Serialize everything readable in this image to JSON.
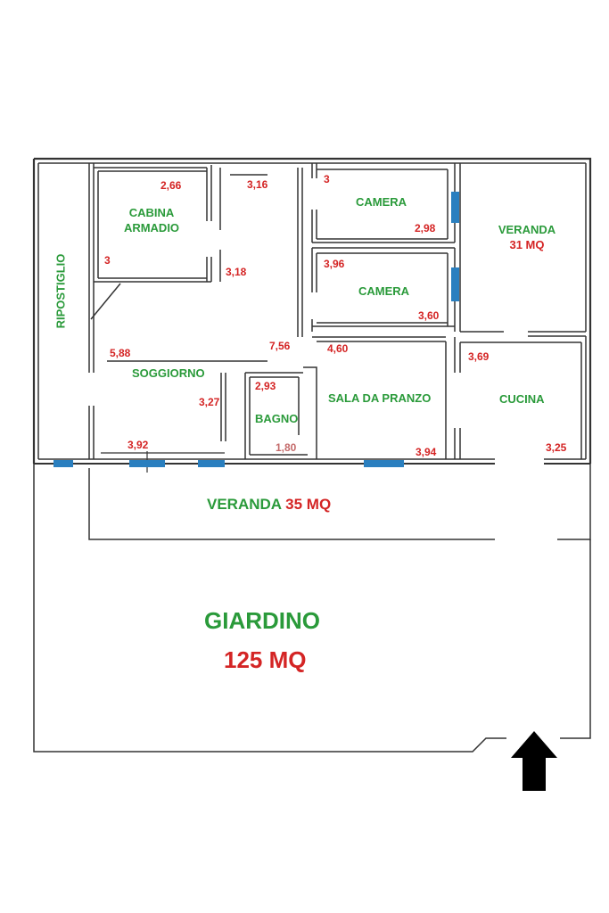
{
  "rooms": {
    "ripostiglio": "RIPOSTIGLIO",
    "cabina_line1": "CABINA",
    "cabina_line2": "ARMADIO",
    "soggiorno": "SOGGIORNO",
    "bagno": "BAGNO",
    "camera1": "CAMERA",
    "camera2": "CAMERA",
    "sala_da_pranzo": "SALA DA PRANZO",
    "veranda_top": "VERANDA",
    "veranda_top_area": "31 MQ",
    "cucina": "CUCINA",
    "veranda_bottom": "VERANDA",
    "veranda_bottom_area": "35 MQ",
    "giardino": "GIARDINO",
    "giardino_area": "125 MQ"
  },
  "dimensions": {
    "cabina_top": "2,66",
    "cabina_left": "3",
    "corridor_top": "3,16",
    "corridor_right": "3,18",
    "camera1_top": "3",
    "camera1_right": "2,98",
    "camera2_top": "3,96",
    "camera2_right": "3,60",
    "soggiorno_top": "5,88",
    "soggiorno_right_long": "7,56",
    "soggiorno_side": "3,27",
    "soggiorno_bottom": "3,92",
    "bagno_top": "2,93",
    "bagno_bottom": "1,80",
    "pranzo_top": "4,60",
    "pranzo_bottom": "3,94",
    "cucina_top": "3,69",
    "cucina_bottom": "3,25"
  },
  "colors": {
    "room_label": "#2a9a3a",
    "dimension_label": "#d42424",
    "window": "#2a7fbf",
    "wall": "#333333"
  },
  "icons": {
    "entrance": "entrance-arrow-icon"
  }
}
